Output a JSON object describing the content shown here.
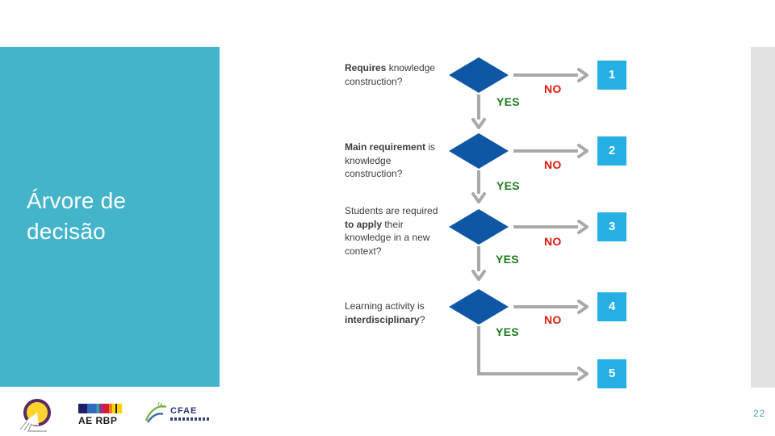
{
  "slide": {
    "title": "Árvore de decisão",
    "page_number": "22"
  },
  "flowchart": {
    "yes_label": "YES",
    "no_label": "NO",
    "steps": [
      {
        "pre": "",
        "bold": "Requires",
        "post": " knowledge construction?"
      },
      {
        "pre": "",
        "bold": "Main requirement",
        "post": " is knowledge construction?"
      },
      {
        "pre": "Students are required ",
        "bold": "to apply",
        "post": " their knowledge in a new context?"
      },
      {
        "pre": "Learning activity is ",
        "bold": "interdisciplinary",
        "post": "?"
      }
    ],
    "outcomes": [
      "1",
      "2",
      "3",
      "4",
      "5"
    ]
  },
  "footer": {
    "aerbp_label": "AE RBP",
    "cfae_label": "CFAE"
  },
  "colors": {
    "teal": "#44B4CB",
    "rightbar": "#E2E2E2",
    "diamond": "#0F57A4",
    "box": "#25AFE3",
    "yes": "#1F7A1F",
    "no": "#DE1B12",
    "arrow": "#A9A9A9",
    "text": "#3C3C3C",
    "titletext": "#FDFEFF",
    "pagenum": "#4BA2B6"
  }
}
